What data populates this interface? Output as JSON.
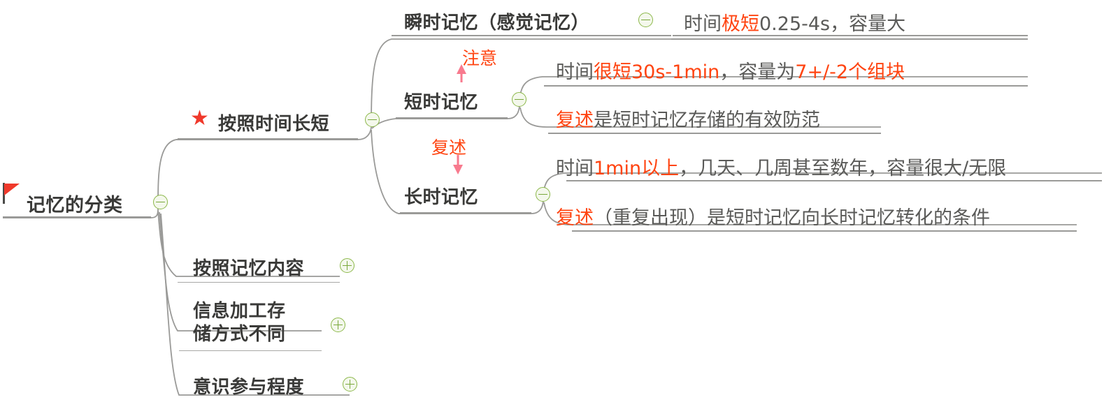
{
  "mindmap": {
    "root": {
      "label": "记忆的分类",
      "icon": "red-flag-icon",
      "toggle": "collapse"
    },
    "branches": [
      {
        "id": "by-time",
        "label": "按照时间长短",
        "icon": "red-star-icon",
        "toggle": "collapse",
        "children": [
          {
            "id": "sensory",
            "label": "瞬时记忆（感觉记忆）",
            "toggle": "collapse",
            "leaves": [
              {
                "id": "sensory-leaf-1",
                "parts": [
                  {
                    "text": "时间",
                    "style": "plain"
                  },
                  {
                    "text": "极短",
                    "style": "highlight"
                  },
                  {
                    "text": "0.25-4s，容量大",
                    "style": "plain"
                  }
                ]
              }
            ]
          },
          {
            "id": "short-term",
            "label": "短时记忆",
            "toggle": "collapse",
            "leaves": [
              {
                "id": "short-term-leaf-1",
                "parts": [
                  {
                    "text": "时间",
                    "style": "plain"
                  },
                  {
                    "text": "很短30s-1min",
                    "style": "highlight"
                  },
                  {
                    "text": "，容量为",
                    "style": "plain"
                  },
                  {
                    "text": "7+/-2个组块",
                    "style": "highlight"
                  }
                ]
              },
              {
                "id": "short-term-leaf-2",
                "parts": [
                  {
                    "text": "复述",
                    "style": "highlight"
                  },
                  {
                    "text": "是短时记忆存储的有效防范",
                    "style": "plain"
                  }
                ]
              }
            ]
          },
          {
            "id": "long-term",
            "label": "长时记忆",
            "toggle": "collapse",
            "leaves": [
              {
                "id": "long-term-leaf-1",
                "parts": [
                  {
                    "text": "时间",
                    "style": "plain"
                  },
                  {
                    "text": "1min以上",
                    "style": "highlight"
                  },
                  {
                    "text": "，几天、几周甚至数年，容量很大/无限",
                    "style": "plain"
                  }
                ]
              },
              {
                "id": "long-term-leaf-2",
                "parts": [
                  {
                    "text": "复述",
                    "style": "highlight"
                  },
                  {
                    "text": "（重复出现）是短时记忆向长时记忆转化的条件",
                    "style": "plain"
                  }
                ]
              }
            ]
          }
        ]
      },
      {
        "id": "by-content",
        "label": "按照记忆内容",
        "toggle": "expand"
      },
      {
        "id": "by-processing",
        "label_line1": "信息加工存",
        "label_line2": "储方式不同",
        "toggle": "expand"
      },
      {
        "id": "by-awareness",
        "label": "意识参与程度",
        "toggle": "expand"
      }
    ],
    "annotations": [
      {
        "id": "attention-arrow-label",
        "label": "注意",
        "direction": "up"
      },
      {
        "id": "rehearsal-arrow-label",
        "label": "复述",
        "direction": "down"
      }
    ],
    "colors": {
      "highlight": "#ff4411",
      "heading": "#3a3a38",
      "body": "#5a5a58",
      "toggle_border": "#8cb84a",
      "link": "#9a9a98",
      "flag": "#f0392b",
      "arrow": "#f87a8e"
    }
  }
}
